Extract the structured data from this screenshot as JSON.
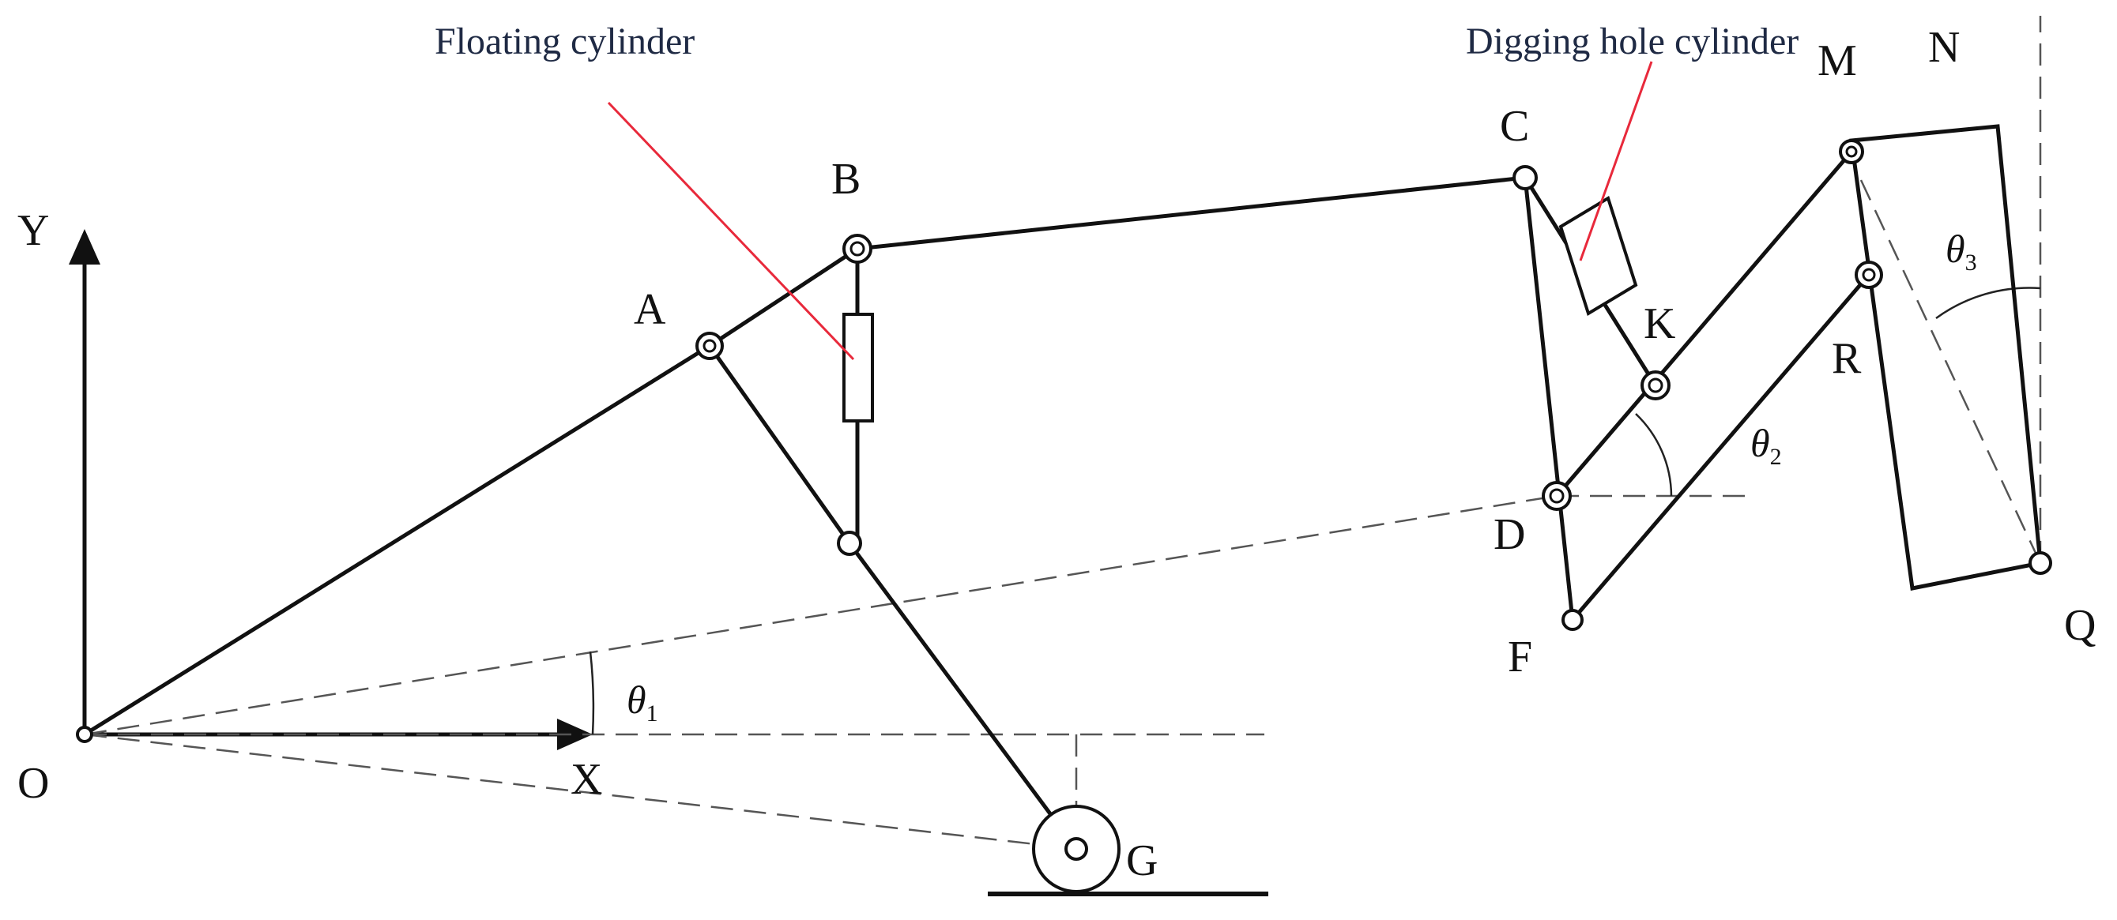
{
  "points": {
    "O": "O",
    "A": "A",
    "B": "B",
    "C": "C",
    "D": "D",
    "F": "F",
    "K": "K",
    "M": "M",
    "N": "N",
    "R": "R",
    "Q": "Q",
    "G": "G"
  },
  "axes": {
    "x": "X",
    "y": "Y"
  },
  "cylinders": {
    "floating": "Floating cylinder",
    "digging": "Digging hole cylinder"
  },
  "angles": {
    "theta1": {
      "symbol": "θ",
      "sub": "1"
    },
    "theta2": {
      "symbol": "θ",
      "sub": "2"
    },
    "theta3": {
      "symbol": "θ",
      "sub": "3"
    }
  },
  "colors": {
    "line": "#111111",
    "leader": "#e8293b",
    "label": "#1f2a44"
  }
}
